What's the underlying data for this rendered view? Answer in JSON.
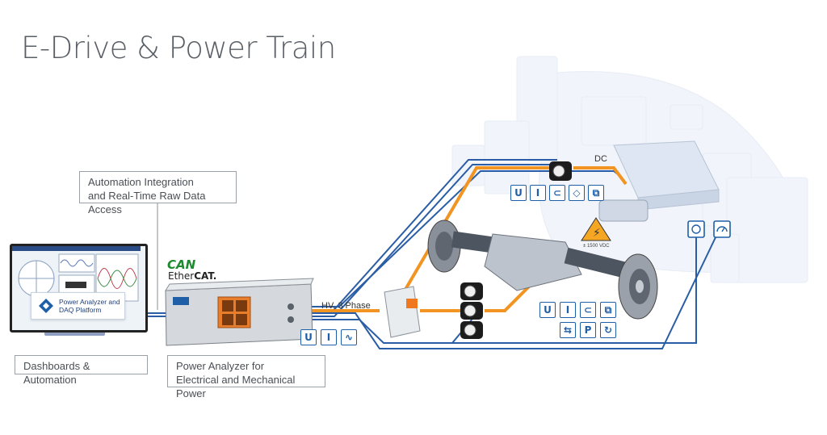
{
  "title": "E-Drive & Power Train",
  "callouts": {
    "automation": [
      "Automation Integration",
      "and Real-Time Raw Data Access"
    ],
    "dashboards": "Dashboards & Automation",
    "power_analyzer": [
      "Power Analyzer for",
      "Electrical and Mechanical Power"
    ]
  },
  "labels": {
    "dc": "DC",
    "hv": "HV, 3 Phase",
    "hv_warning": "± 1500 VDC"
  },
  "platform": [
    "Power Analyzer and",
    "DAQ Platform"
  ],
  "brands": {
    "can": "CAN",
    "ethercat_prefix": "Ether",
    "ethercat_bold": "CAT."
  },
  "icons": {
    "dc_group": [
      "U",
      "I",
      "",
      "",
      ""
    ],
    "motor_group": [
      "U",
      "I",
      "",
      "",
      "",
      "P",
      ""
    ],
    "analyzer_group": [
      "U",
      "I",
      ""
    ],
    "colors": {
      "blue": "#1f5fa8",
      "orange": "#f29421",
      "cable_blue": "#2a5da6"
    }
  }
}
